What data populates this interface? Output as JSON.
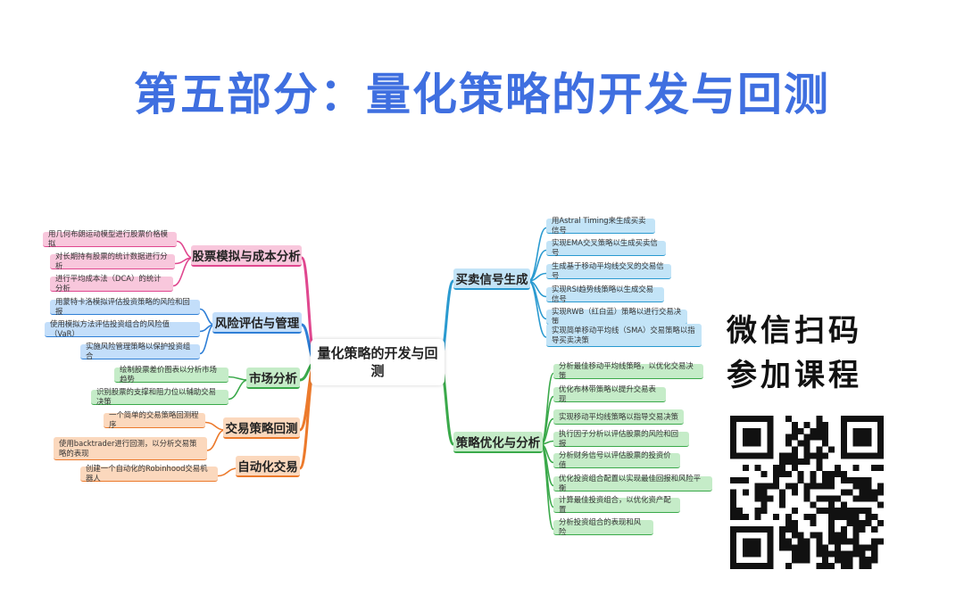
{
  "title": "第五部分：量化策略的开发与回测",
  "title_color": "#3f6fe0",
  "root": "量化策略的开发与回测",
  "qr_caption": [
    "微信扫码",
    "参加课程"
  ],
  "branches": [
    {
      "id": "stock",
      "label": "股票模拟与成本分析",
      "color": "#e0478f",
      "fill": "#f8c7dc",
      "leaves": [
        "用几何布朗运动模型进行股票价格模拟",
        "对长期持有股票的统计数据进行分析",
        "进行平均成本法（DCA）的统计分析"
      ]
    },
    {
      "id": "risk",
      "label": "风险评估与管理",
      "color": "#2f7fd6",
      "fill": "#c3defa",
      "leaves": [
        "用蒙特卡洛模拟评估投资策略的风险和回报",
        "使用模拟方法评估投资组合的风险值（VaR）",
        "实施风险管理策略以保护投资组合"
      ]
    },
    {
      "id": "market",
      "label": "市场分析",
      "color": "#3aa94a",
      "fill": "#c5ecc8",
      "leaves": [
        "绘制股票差价图表以分析市场趋势",
        "识别股票的支撑和阻力位以辅助交易决策"
      ]
    },
    {
      "id": "backtest",
      "label": "交易策略回测",
      "color": "#ec7a2c",
      "fill": "#fbd8bd",
      "leaves": [
        "一个简单的交易策略回测程序",
        "使用backtrader进行回测，以分析交易策略的表现"
      ]
    },
    {
      "id": "auto",
      "label": "自动化交易",
      "color": "#ec7a2c",
      "fill": "#fbd8bd",
      "leaves": [
        "创建一个自动化的Robinhood交易机器人"
      ]
    },
    {
      "id": "signal",
      "label": "买卖信号生成",
      "color": "#2a9ad0",
      "fill": "#c3e4f7",
      "leaves": [
        "用Astral Timing来生成买卖信号",
        "实现EMA交叉策略以生成买卖信号",
        "生成基于移动平均线交叉的交易信号",
        "实现RSI趋势线策略以生成交易信号",
        "实现RWB（红白蓝）策略以进行交易决策",
        "实现简单移动平均线（SMA）交易策略以指导买卖决策"
      ]
    },
    {
      "id": "optimize",
      "label": "策略优化与分析",
      "color": "#3aa94a",
      "fill": "#c5ecc8",
      "leaves": [
        "分析最佳移动平均线策略，以优化交易决策",
        "优化布林带策略以提升交易表现",
        "实现移动平均线策略以指导交易决策",
        "执行因子分析以评估股票的风险和回报",
        "分析财务信号以评估股票的投资价值",
        "优化投资组合配置以实现最佳回报和风险平衡",
        "计算最佳投资组合，以优化资产配置",
        "分析投资组合的表现和风险"
      ]
    }
  ]
}
